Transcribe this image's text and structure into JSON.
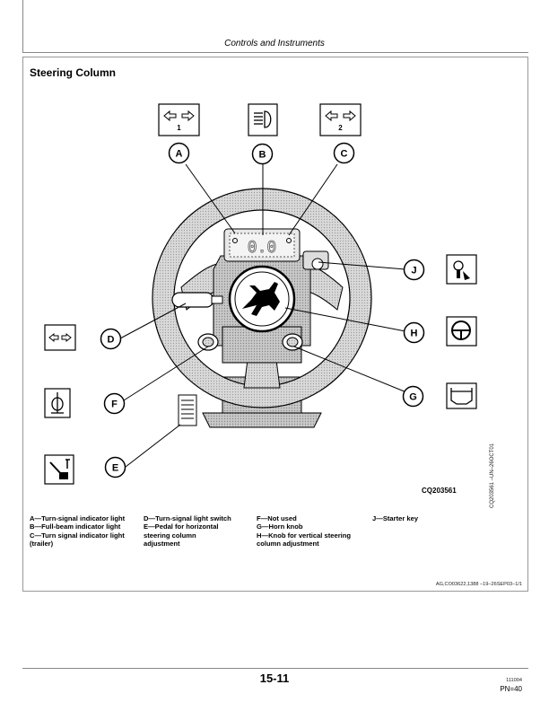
{
  "header": {
    "title": "Controls and Instruments"
  },
  "section": {
    "title": "Steering Column"
  },
  "figure": {
    "callouts": {
      "A": "A",
      "B": "B",
      "C": "C",
      "D": "D",
      "E": "E",
      "F": "F",
      "G": "G",
      "H": "H",
      "J": "J"
    },
    "icon_box_A_number": "1",
    "icon_box_C_number": "2",
    "caption_code": "CQ203561",
    "side_code": "CQ203561  –UN–26OCT01"
  },
  "legend": {
    "col1": [
      "A—Turn-signal indicator light",
      "B—Full-beam indicator light",
      "C—Turn signal indicator light\n(trailer)"
    ],
    "col2": [
      "D—Turn-signal light switch",
      "E—Pedal for horizontal\nsteering column\nadjustment"
    ],
    "col3": [
      "F—Not used",
      "G—Horn knob",
      "H—Knob for vertical steering\ncolumn adjustment"
    ],
    "col4": [
      "J—Starter key"
    ]
  },
  "doc_ref": "AG,CO03622,1388  –19–26SEP03–1/1",
  "footer": {
    "page_number": "15-11",
    "code": "111004",
    "pn": "PN=40"
  }
}
